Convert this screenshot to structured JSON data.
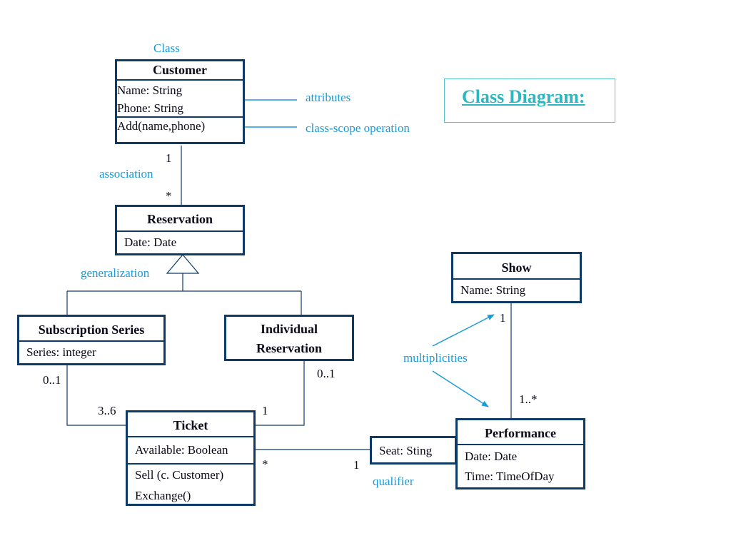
{
  "title": "Class Diagram:",
  "classes": {
    "customer": {
      "name": "Customer",
      "attributes": [
        "Name: String",
        "Phone: String"
      ],
      "operations": [
        "Add(name,phone)"
      ]
    },
    "reservation": {
      "name": "Reservation",
      "attributes": [
        "Date: Date"
      ]
    },
    "subscription": {
      "name": "Subscription Series",
      "attributes": [
        "Series: integer"
      ]
    },
    "individual": {
      "name_line1": "Individual",
      "name_line2": "Reservation"
    },
    "ticket": {
      "name": "Ticket",
      "attributes": [
        "Available: Boolean"
      ],
      "operations": [
        "Sell (c. Customer)",
        "Exchange()"
      ]
    },
    "show": {
      "name": "Show",
      "attributes": [
        "Name: String"
      ]
    },
    "performance": {
      "name": "Performance",
      "attributes": [
        "Date: Date",
        "Time: TimeOfDay"
      ]
    },
    "qualifier_box": {
      "text": "Seat: Sting"
    }
  },
  "annotations": {
    "class": "Class",
    "attributes": "attributes",
    "class_scope_operation": "class-scope operation",
    "association": "association",
    "generalization": "generalization",
    "multiplicities": "multiplicities",
    "qualifier": "qualifier"
  },
  "multiplicities": {
    "customer_end": "1",
    "reservation_end": "*",
    "subscription_end": "0..1",
    "ticket_sub_end": "3..6",
    "individual_end": "0..1",
    "ticket_ind_end": "1",
    "ticket_seat_end": "*",
    "seat_end": "1",
    "show_end": "1",
    "performance_end": "1..*"
  },
  "colors": {
    "annotation": "#1a9ad9",
    "box_border": "#0d3b66",
    "title": "#2bb6c0",
    "line": "#0d3b66"
  }
}
